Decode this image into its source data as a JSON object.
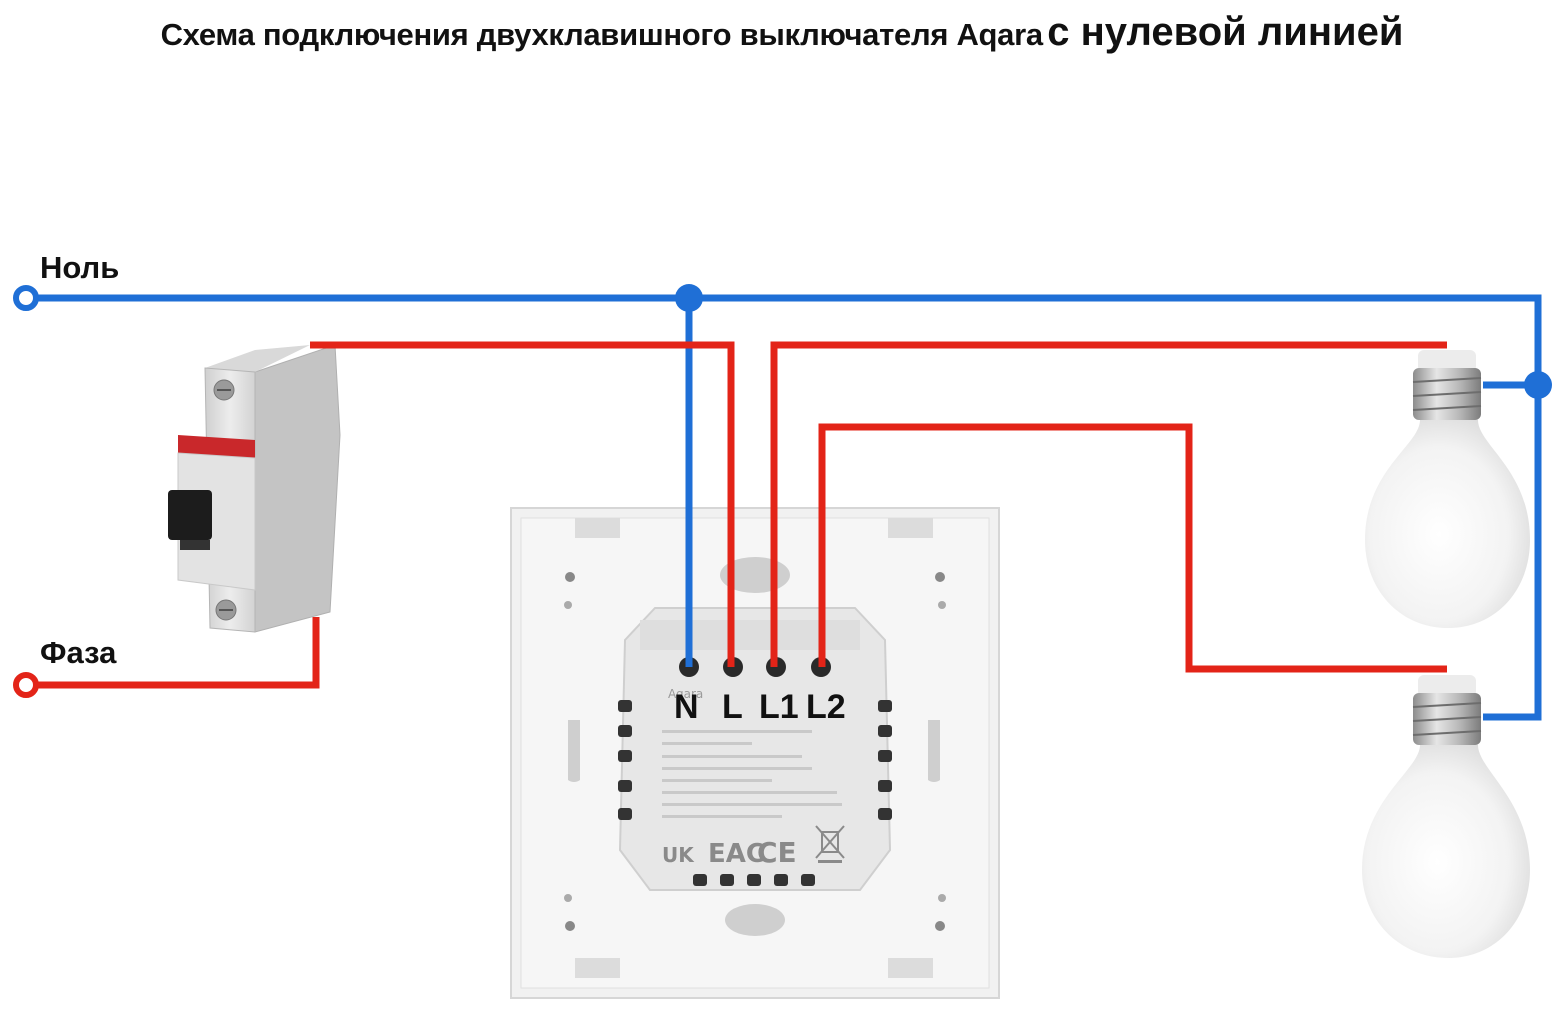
{
  "title": {
    "part1": "Схема подключения двухклавишного выключателя Aqara",
    "part2": "с нулевой линией"
  },
  "labels": {
    "neutral": "Ноль",
    "phase": "Фаза"
  },
  "terminals": [
    "N",
    "L",
    "L1",
    "L2"
  ],
  "brand_mark": "Aqara",
  "colors": {
    "neutral_wire": "#1f6fd6",
    "phase_wire": "#e32418"
  }
}
